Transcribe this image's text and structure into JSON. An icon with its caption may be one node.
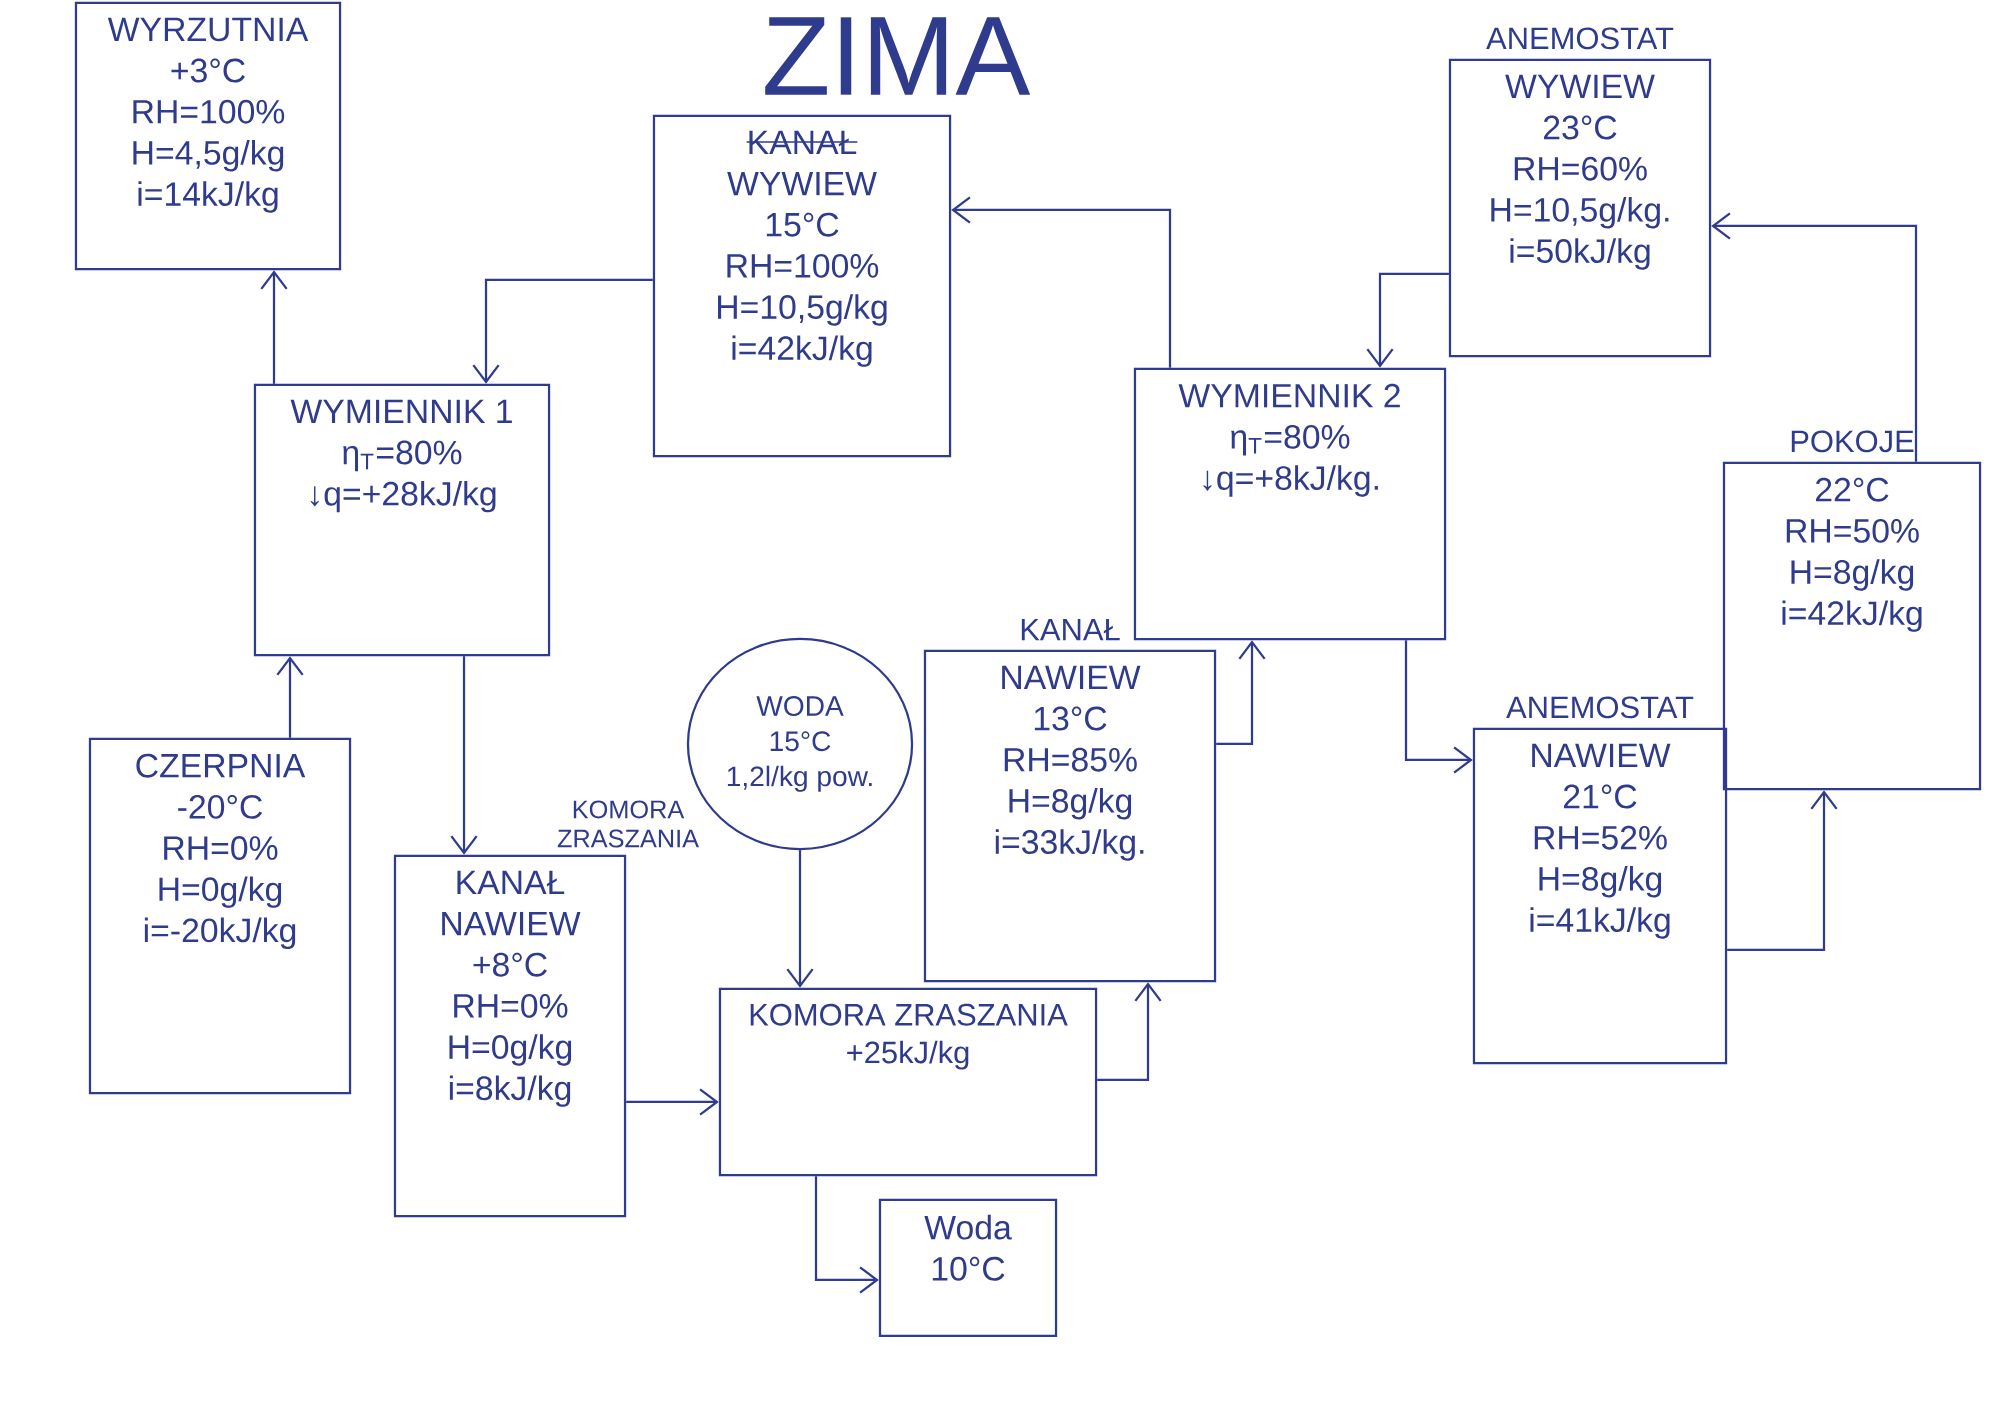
{
  "diagram": {
    "title": "ZIMA",
    "nodes": [
      {
        "text": [
          "WYRZUTNIA",
          "+3°C",
          "RH=100%",
          "H=4,5g/kg",
          "i=14kJ/kg"
        ]
      },
      {
        "text": [
          "KANAŁ",
          "WYWIEW",
          "15°C",
          "RH=100%",
          "H=10,5g/kg",
          "i=42kJ/kg"
        ]
      },
      {
        "text": [
          "WYMIENNIK 1",
          "η$_{T}$=80%",
          "↓q=+28kJ/kg"
        ]
      },
      {
        "text": [
          "ANEMOSTAT",
          "WYWIEW",
          "23°C",
          "RH=60%",
          "H=10,5g/kg.",
          "i=50kJ/kg"
        ]
      },
      {
        "text": [
          "WYMIENNIK 2",
          "η$_{T}$=80%",
          "↓q=+8kJ/kg."
        ]
      },
      {
        "text": [
          "POKOJE",
          "22°C",
          "RH=50%",
          "H=8g/kg",
          "i=42kJ/kg"
        ]
      },
      {
        "text": [
          "CZERPNIA",
          "-20°C",
          "RH=0%",
          "H=0g/kg",
          "i=-20kJ/kg"
        ]
      },
      {
        "text": [
          "WODA",
          "15°C",
          "1,2l/kg pow."
        ]
      },
      {
        "text": [
          "KANAŁ",
          "NAWIEW",
          "13°C",
          "RH=85%",
          "H=8g/kg",
          "i=33kJ/kg."
        ]
      },
      {
        "text": [
          "KANAŁ",
          "NAWIEW",
          "+8°C",
          "RH=0%",
          "H=0g/kg",
          "i=8kJ/kg"
        ]
      },
      {
        "text": [
          "ANEMOSTAT",
          "NAWIEW",
          "21°C",
          "RH=52%",
          "H=8g/kg",
          "i=41kJ/kg"
        ]
      },
      {
        "text": [
          "KOMORA ZRASZANIA",
          "+25kJ/kg"
        ]
      },
      {
        "text": [
          "Woda",
          "10°C"
        ]
      }
    ],
    "edges": [
      {
        "from": 6,
        "to": 2,
        "arrow": "to"
      },
      {
        "from": 2,
        "to": 0,
        "arrow": "to"
      },
      {
        "from": 1,
        "to": 2,
        "arrow": "to"
      },
      {
        "from": 2,
        "to": 9,
        "arrow": "to"
      },
      {
        "from": 9,
        "to": 11,
        "arrow": "to"
      },
      {
        "from": 7,
        "to": 11,
        "arrow": "to"
      },
      {
        "from": 11,
        "to": 12,
        "arrow": "to"
      },
      {
        "from": 11,
        "to": 8,
        "arrow": "to"
      },
      {
        "from": 8,
        "to": 4,
        "arrow": "to"
      },
      {
        "from": 4,
        "to": 10,
        "arrow": "to"
      },
      {
        "from": 10,
        "to": 5,
        "arrow": "to"
      },
      {
        "from": 5,
        "to": 3,
        "arrow": "to"
      },
      {
        "from": 3,
        "to": 4,
        "arrow": "to"
      },
      {
        "from": 4,
        "to": 1,
        "arrow": "to"
      }
    ],
    "labels": [
      "KOMORA ZRASZANIA"
    ]
  }
}
